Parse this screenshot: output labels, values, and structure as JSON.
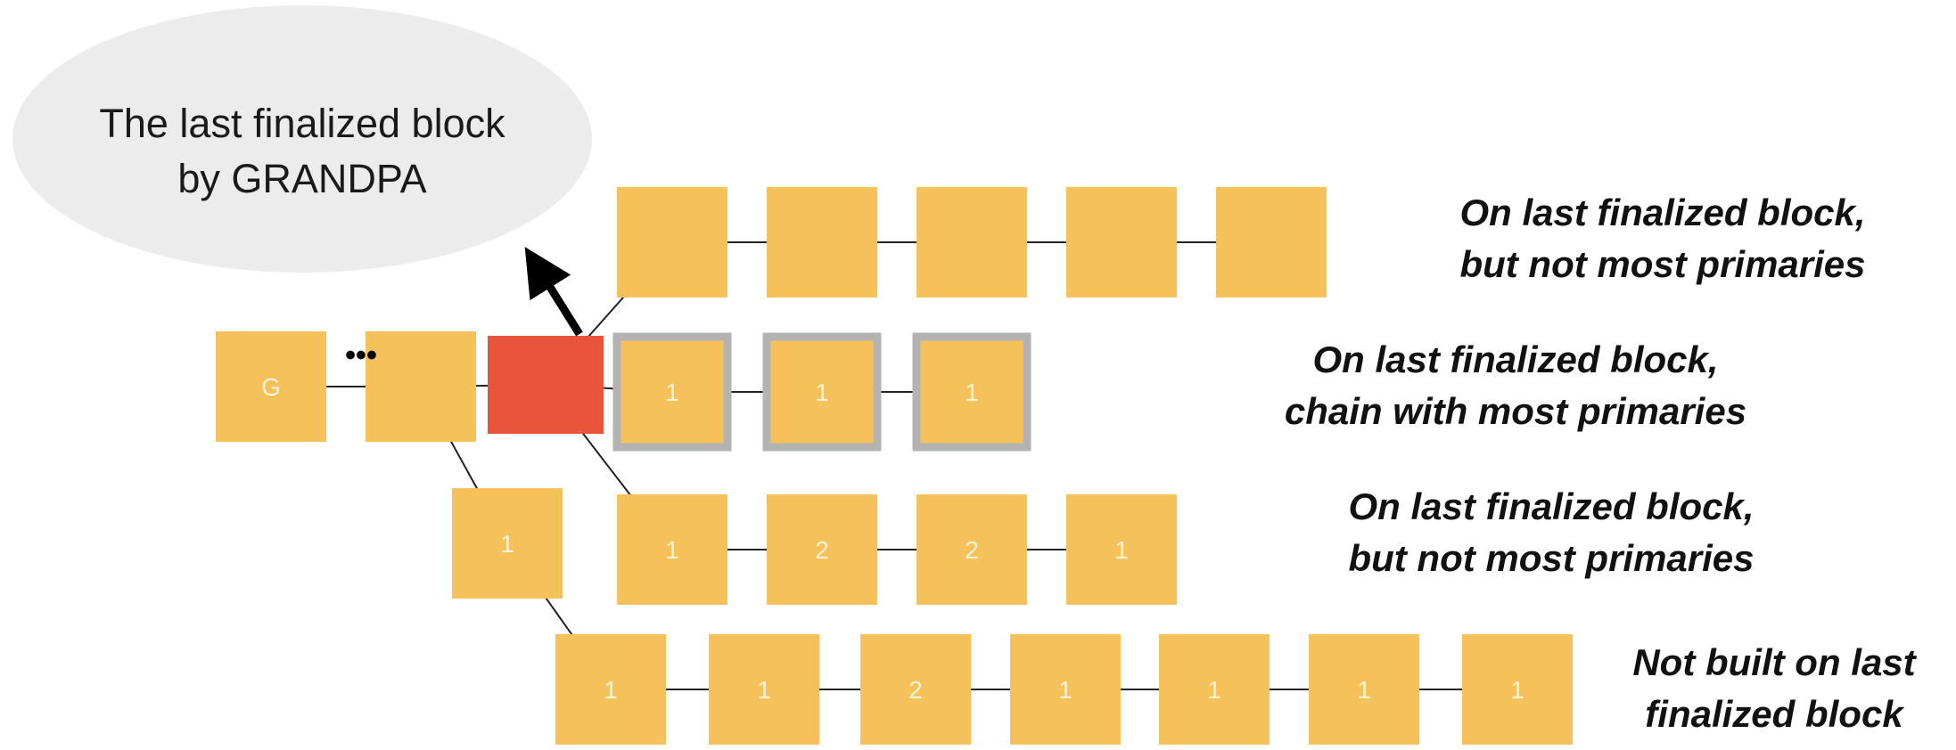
{
  "callout": {
    "line1": "The last finalized block",
    "line2": "by GRANDPA"
  },
  "ellipsis": "•••",
  "colors": {
    "block": "#f5c15b",
    "finalized": "#e8543c",
    "highlight_border": "#b3b3b3",
    "line": "#222222",
    "block_text": "#fff3d6"
  },
  "blocks": [
    {
      "id": "genesis",
      "label": "G",
      "type": "normal"
    },
    {
      "id": "pre",
      "label": "",
      "type": "normal"
    },
    {
      "id": "finalized",
      "label": "",
      "type": "finalized"
    },
    {
      "id": "a1",
      "label": "",
      "type": "normal"
    },
    {
      "id": "a2",
      "label": "",
      "type": "normal"
    },
    {
      "id": "a3",
      "label": "",
      "type": "normal"
    },
    {
      "id": "a4",
      "label": "",
      "type": "normal"
    },
    {
      "id": "a5",
      "label": "",
      "type": "normal"
    },
    {
      "id": "b1",
      "label": "1",
      "type": "highlight"
    },
    {
      "id": "b2",
      "label": "1",
      "type": "highlight"
    },
    {
      "id": "b3",
      "label": "1",
      "type": "highlight"
    },
    {
      "id": "c1",
      "label": "1",
      "type": "normal"
    },
    {
      "id": "c2",
      "label": "2",
      "type": "normal"
    },
    {
      "id": "c3",
      "label": "2",
      "type": "normal"
    },
    {
      "id": "c4",
      "label": "1",
      "type": "normal"
    },
    {
      "id": "f1",
      "label": "1",
      "type": "normal"
    },
    {
      "id": "d1",
      "label": "1",
      "type": "normal"
    },
    {
      "id": "d2",
      "label": "1",
      "type": "normal"
    },
    {
      "id": "d3",
      "label": "2",
      "type": "normal"
    },
    {
      "id": "d4",
      "label": "1",
      "type": "normal"
    },
    {
      "id": "d5",
      "label": "1",
      "type": "normal"
    },
    {
      "id": "d6",
      "label": "1",
      "type": "normal"
    },
    {
      "id": "d7",
      "label": "1",
      "type": "normal"
    }
  ],
  "edges": [
    [
      "genesis",
      "pre"
    ],
    [
      "pre",
      "finalized"
    ],
    [
      "pre",
      "f1"
    ],
    [
      "finalized",
      "a1"
    ],
    [
      "a1",
      "a2"
    ],
    [
      "a2",
      "a3"
    ],
    [
      "a3",
      "a4"
    ],
    [
      "a4",
      "a5"
    ],
    [
      "finalized",
      "b1"
    ],
    [
      "b1",
      "b2"
    ],
    [
      "b2",
      "b3"
    ],
    [
      "finalized",
      "c1"
    ],
    [
      "c1",
      "c2"
    ],
    [
      "c2",
      "c3"
    ],
    [
      "c3",
      "c4"
    ],
    [
      "f1",
      "d1"
    ],
    [
      "d1",
      "d2"
    ],
    [
      "d2",
      "d3"
    ],
    [
      "d3",
      "d4"
    ],
    [
      "d4",
      "d5"
    ],
    [
      "d5",
      "d6"
    ],
    [
      "d6",
      "d7"
    ]
  ],
  "labels": {
    "row1": {
      "line1": "On last finalized block,",
      "line2": "but not most primaries"
    },
    "row2": {
      "line1": "On last finalized block,",
      "line2": "chain with most primaries"
    },
    "row3": {
      "line1": "On last finalized block,",
      "line2": "but not most primaries"
    },
    "row4": {
      "line1": "Not built on last",
      "line2": "finalized block"
    }
  }
}
